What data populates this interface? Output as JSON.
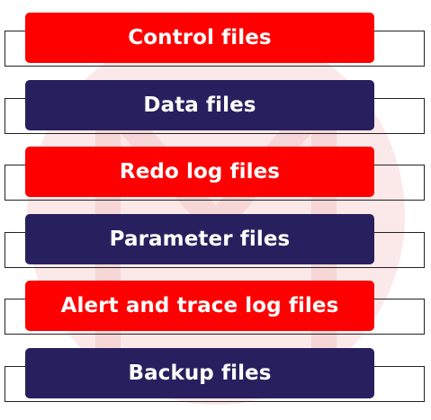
{
  "colors": {
    "red": "#ff0000",
    "navy": "#28205e",
    "bracket": "#222222",
    "text": "#ffffff",
    "watermark": "#fbe8e8"
  },
  "items": [
    {
      "label": "Control files",
      "color": "#ff0000"
    },
    {
      "label": "Data files",
      "color": "#28205e"
    },
    {
      "label": "Redo log files",
      "color": "#ff0000"
    },
    {
      "label": "Parameter files",
      "color": "#28205e"
    },
    {
      "label": "Alert and trace log files",
      "color": "#ff0000"
    },
    {
      "label": "Backup files",
      "color": "#28205e"
    }
  ]
}
